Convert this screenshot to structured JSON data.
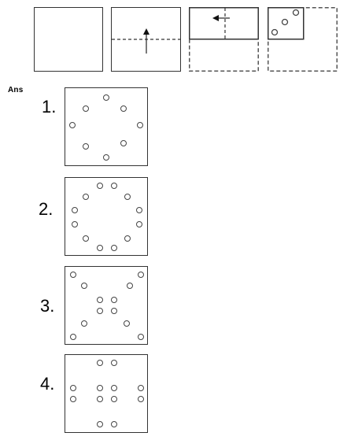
{
  "answer_label": "Ans",
  "question": {
    "steps": [
      {
        "name": "square-sheet"
      },
      {
        "name": "fold-bottom-up",
        "arrow": "up"
      },
      {
        "name": "fold-right-to-left",
        "arrow": "left"
      },
      {
        "name": "punched-folded-sheet",
        "holes": 3
      }
    ]
  },
  "options": [
    {
      "label": "1.",
      "hole_count": 8
    },
    {
      "label": "2.",
      "hole_count": 12
    },
    {
      "label": "3.",
      "hole_count": 12
    },
    {
      "label": "4.",
      "hole_count": 12
    }
  ]
}
